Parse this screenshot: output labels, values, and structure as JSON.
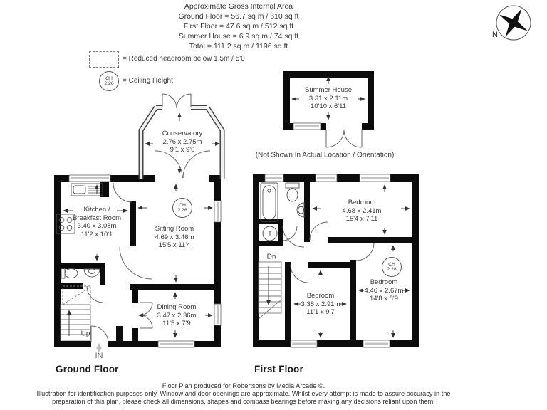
{
  "header": {
    "line1": "Approximate Gross Internal Area",
    "line2": "Ground Floor = 56.7 sq m / 610 sq ft",
    "line3": "First Floor = 47.6 sq m / 512 sq ft",
    "line4": "Summer House = 6.9 sq m / 74 sq ft",
    "line5": "Total = 111.2 sq m / 1196 sq ft"
  },
  "legend": {
    "reduced_headroom": "= Reduced headroom below 1.5m / 5'0",
    "ceiling_height": "= Ceiling Height",
    "ch_abbr": "CH",
    "ch_value": "2.26"
  },
  "compass": {
    "north": "N"
  },
  "summer_house": {
    "name": "Summer House",
    "size_metric": "3.31 x 2.11m",
    "size_imperial": "10'10 x 6'11",
    "note": "(Not Shown In Actual Location / Orientation)"
  },
  "ground_floor": {
    "title": "Ground Floor",
    "conservatory": {
      "name": "Conservatory",
      "size_metric": "2.76 x 2.75m",
      "size_imperial": "9'1 x 9'0"
    },
    "kitchen": {
      "name_line1": "Kitchen /",
      "name_line2": "Breakfast Room",
      "size_metric": "3.40 x 3.08m",
      "size_imperial": "11'2 x 10'1"
    },
    "sitting_room": {
      "name": "Sitting Room",
      "size_metric": "4.69 x 3.46m",
      "size_imperial": "15'5 x 11'4",
      "ch_abbr": "CH",
      "ch_value": "2.26"
    },
    "dining_room": {
      "name": "Dining Room",
      "size_metric": "3.47 x 2.36m",
      "size_imperial": "11'5 x 7'9"
    },
    "stairs": "Up",
    "entrance": "IN"
  },
  "first_floor": {
    "title": "First Floor",
    "bedroom_top": {
      "name": "Bedroom",
      "size_metric": "4.68 x 2.41m",
      "size_imperial": "15'4 x 7'11"
    },
    "bedroom_middle": {
      "name": "Bedroom",
      "size_metric": "3.38 x 2.91m",
      "size_imperial": "11'1 x 9'7"
    },
    "bedroom_right": {
      "name": "Bedroom",
      "size_metric": "4.46 x 2.67m",
      "size_imperial": "14'8 x 8'9",
      "ch_abbr": "CH",
      "ch_value": "2.28"
    },
    "stairs": "Dn",
    "tank": "T"
  },
  "footer": {
    "line1": "Floor Plan produced for Robertsons by Media Arcade ©.",
    "line2": "Illustration for identification purposes only. Window and door openings are approximate. Whilst every attempt is made to assure accuracy in the",
    "line3": "preparation of this plan, please check all dimensions, shapes and compass bearings before making any decisions reliant upon them."
  }
}
